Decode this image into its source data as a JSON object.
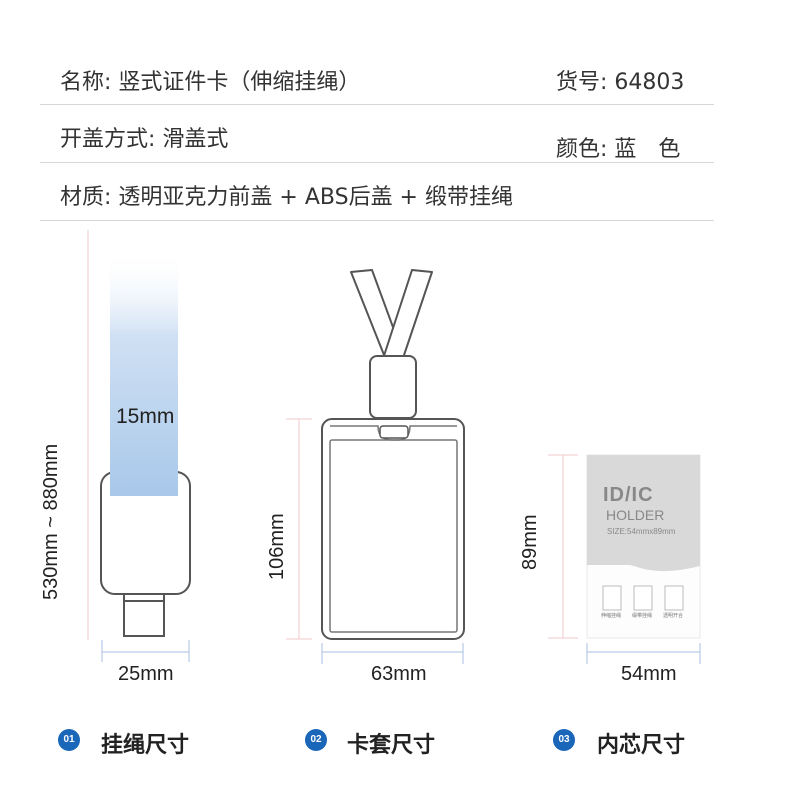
{
  "info": {
    "name_label": "名称:",
    "name_value": "竖式证件卡（伸缩挂绳）",
    "sku_label": "货号:",
    "sku_value": "64803",
    "open_label": "开盖方式:",
    "open_value": "滑盖式",
    "color_label": "颜色:",
    "color_value": "蓝　色",
    "material_label": "材质:",
    "material_value": "透明亚克力前盖 + ABS后盖 + 缎带挂绳"
  },
  "lanyard": {
    "width_label": "15mm",
    "length_label": "530mm ~ 880mm",
    "clip_label": "25mm"
  },
  "holder": {
    "height_label": "106mm",
    "width_label": "63mm"
  },
  "insert": {
    "height_label": "89mm",
    "width_label": "54mm",
    "title": "ID/IC",
    "subtitle": "HOLDER",
    "size_text": "SIZE:54mmx89mm",
    "icon_labels": [
      "伸缩挂绳",
      "缎带挂绳",
      "透明开合"
    ]
  },
  "sections": [
    {
      "num": "01",
      "label": "挂绳尺寸"
    },
    {
      "num": "02",
      "label": "卡套尺寸"
    },
    {
      "num": "03",
      "label": "内芯尺寸"
    }
  ],
  "colors": {
    "accent": "#1a66b8",
    "strap_blue": "#a9c8ea",
    "outline": "#555555",
    "guide": "#f0c8c8"
  }
}
